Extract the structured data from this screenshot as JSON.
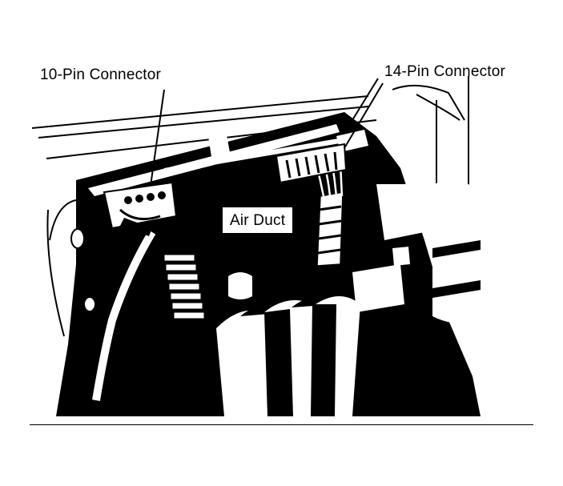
{
  "labels": {
    "ten_pin_connector": "10-Pin Connector",
    "fourteen_pin_connector": "14-Pin Connector",
    "air_duct": "Air Duct"
  },
  "colors": {
    "ink": "#000000",
    "paper": "#ffffff"
  }
}
